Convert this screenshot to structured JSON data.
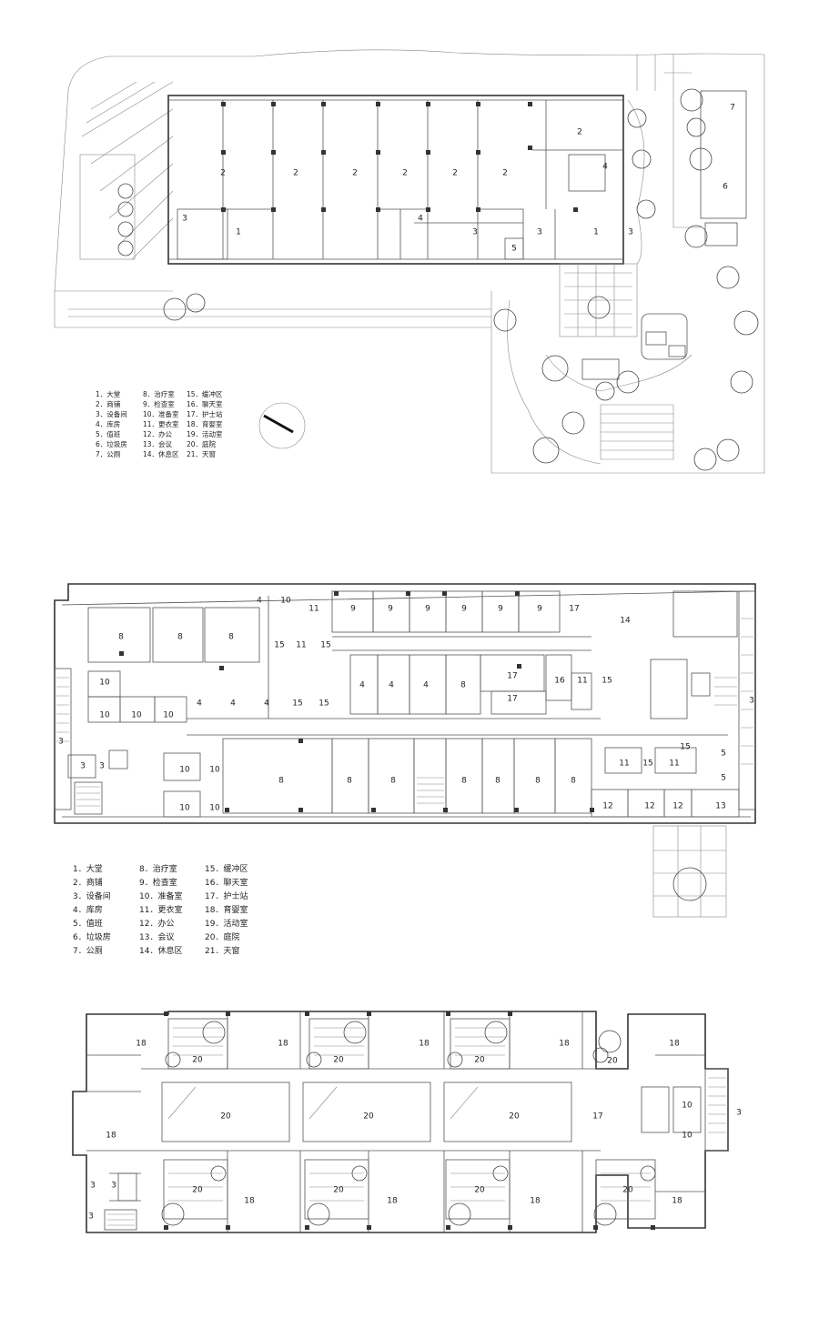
{
  "plan1": {
    "legend": [
      [
        "1．大堂",
        "8．治疗室",
        "15．缓冲区"
      ],
      [
        "2．商铺",
        "9．检查室",
        "16．聊天室"
      ],
      [
        "3．设备间",
        "10．准备室",
        "17．护士站"
      ],
      [
        "4．库房",
        "11．更衣室",
        "18．育婴室"
      ],
      [
        "5．值班",
        "12．办公",
        "19．活动室"
      ],
      [
        "6．垃圾房",
        "13．会议",
        "20．庭院"
      ],
      [
        "7．公厕",
        "14．休息区",
        "21．天窗"
      ]
    ],
    "rooms": [
      "2",
      "2",
      "2",
      "2",
      "2",
      "2",
      "2",
      "2",
      "3",
      "1",
      "4",
      "3",
      "5",
      "3",
      "1",
      "3",
      "4",
      "6",
      "7"
    ]
  },
  "plan2": {
    "legend": [
      [
        "1．大堂",
        "8．治疗室",
        "15．缓冲区"
      ],
      [
        "2．商铺",
        "9．检查室",
        "16．聊天室"
      ],
      [
        "3．设备间",
        "10．准备室",
        "17．护士站"
      ],
      [
        "4．库房",
        "11．更衣室",
        "18．育婴室"
      ],
      [
        "5．值班",
        "12．办公",
        "19．活动室"
      ],
      [
        "6．垃圾房",
        "13．会议",
        "20．庭院"
      ],
      [
        "7．公厕",
        "14．休息区",
        "21．天窗"
      ]
    ],
    "rooms": [
      "4",
      "10",
      "11",
      "9",
      "9",
      "9",
      "9",
      "9",
      "9",
      "17",
      "14",
      "8",
      "8",
      "8",
      "15",
      "11",
      "15",
      "10",
      "10",
      "10",
      "10",
      "4",
      "4",
      "4",
      "15",
      "15",
      "4",
      "4",
      "4",
      "8",
      "17",
      "17",
      "16",
      "11",
      "15",
      "3",
      "3",
      "3",
      "3",
      "10",
      "10",
      "10",
      "10",
      "8",
      "8",
      "8",
      "8",
      "8",
      "8",
      "8",
      "11",
      "15",
      "11",
      "15",
      "5",
      "5",
      "12",
      "12",
      "12",
      "13"
    ]
  },
  "plan3": {
    "rooms": [
      "18",
      "20",
      "18",
      "20",
      "18",
      "20",
      "18",
      "20",
      "18",
      "18",
      "20",
      "20",
      "20",
      "17",
      "10",
      "10",
      "3",
      "3",
      "3",
      "3",
      "20",
      "18",
      "20",
      "18",
      "20",
      "18",
      "20",
      "18"
    ]
  }
}
